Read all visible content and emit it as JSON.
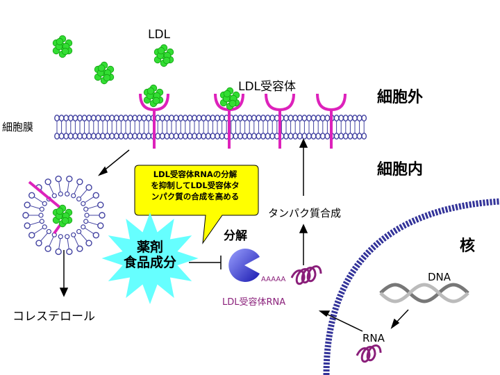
{
  "labels": {
    "ldl": "LDL",
    "ldl_receptor": "LDL受容体",
    "extracellular": "細胞外",
    "intracellular": "細胞内",
    "membrane": "細胞膜",
    "nucleus": "核",
    "protein_synthesis": "タンパク質合成",
    "degradation": "分解",
    "dna": "DNA",
    "rna": "RNA",
    "receptor_rna": "LDL受容体RNA",
    "poly_a": "AAAAA",
    "cholesterol": "コレステロール"
  },
  "callout": {
    "line1": "LDL受容体RNAの分解",
    "line2": "を抑制してLDL受容体タ",
    "line3": "ンパク質の合成を高める"
  },
  "drug": {
    "line1": "薬剤",
    "line2": "食品成分"
  },
  "colors": {
    "ldl": "#33dd33",
    "receptor": "#dd22bb",
    "membrane": "#4040a0",
    "rna": "#8a1f7a",
    "callout_fill": "#ffff00",
    "drug_fill": "#66ffff",
    "nucleus_border": "#333399"
  }
}
